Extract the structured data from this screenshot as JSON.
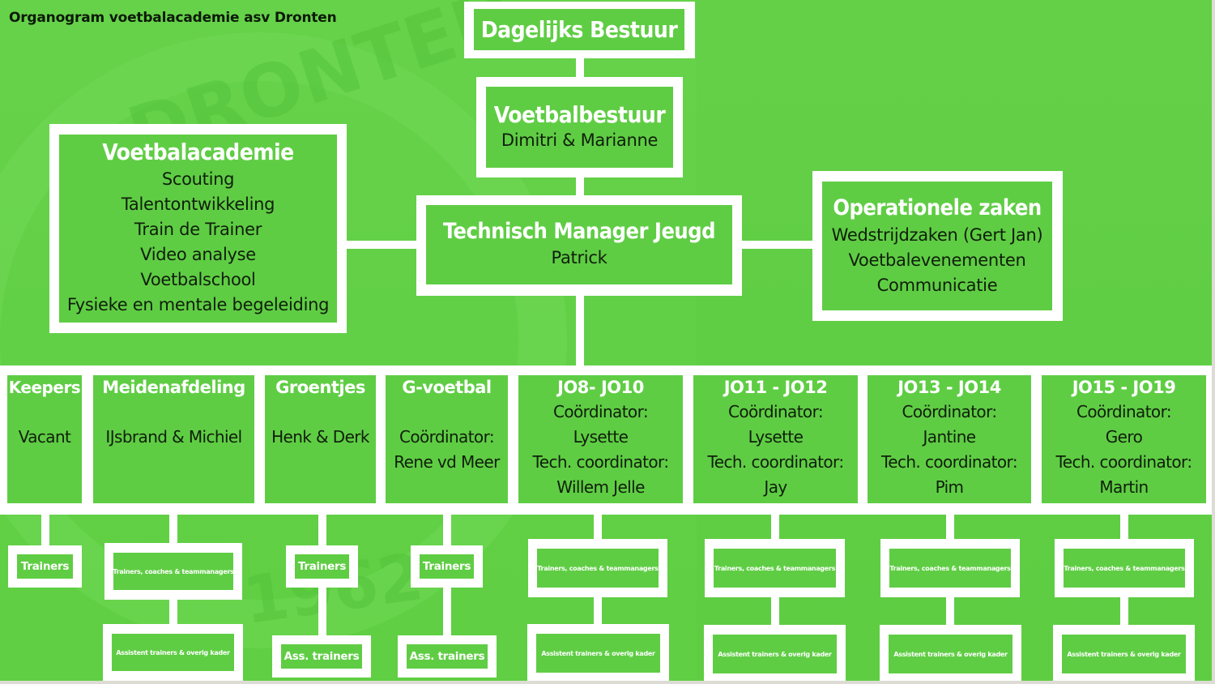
{
  "title": "Organogram voetbalacademie asv Dronten",
  "background_watermark": {
    "words": [
      "DRONTEN",
      "1962"
    ]
  },
  "colors": {
    "green": "#5fcd44",
    "white": "#ffffff",
    "text_dark": "#0f1f0a"
  },
  "top": {
    "dagelijks_bestuur": {
      "title": "Dagelijks Bestuur"
    },
    "voetbalbestuur": {
      "title": "Voetbalbestuur",
      "lines": [
        "Dimitri & Marianne"
      ]
    },
    "technisch_manager": {
      "title": "Technisch Manager Jeugd",
      "lines": [
        "Patrick"
      ]
    },
    "voetbalacademie": {
      "title": "Voetbalacademie",
      "lines": [
        "Scouting",
        "Talentontwikkeling",
        "Train de Trainer",
        "Video analyse",
        "Voetbalschool",
        "Fysieke en mentale begeleiding"
      ]
    },
    "operationele_zaken": {
      "title": "Operationele zaken",
      "lines": [
        "Wedstrijdzaken (Gert Jan)",
        "Voetbalevenementen",
        "Communicatie"
      ]
    }
  },
  "groups": [
    {
      "title": "Keepers",
      "lines": [
        "",
        "Vacant"
      ],
      "sub": [
        "Trainers"
      ]
    },
    {
      "title": "Meidenafdeling",
      "lines": [
        "",
        "IJsbrand & Michiel"
      ],
      "sub": [
        "Trainers, coaches & teammanagers",
        "Assistent trainers & overig kader"
      ]
    },
    {
      "title": "Groentjes",
      "lines": [
        "",
        "Henk & Derk"
      ],
      "sub": [
        "Trainers",
        "Ass. trainers"
      ]
    },
    {
      "title": "G-voetbal",
      "lines": [
        "",
        "Coördinator:",
        "Rene vd Meer"
      ],
      "sub": [
        "Trainers",
        "Ass. trainers"
      ]
    },
    {
      "title": "JO8- JO10",
      "lines": [
        "Coördinator:",
        "Lysette",
        "Tech. coordinator:",
        "Willem Jelle"
      ],
      "sub": [
        "Trainers, coaches & teammanagers",
        "Assistent trainers & overig kader"
      ]
    },
    {
      "title": "JO11 - JO12",
      "lines": [
        "Coördinator:",
        "Lysette",
        "Tech. coordinator:",
        "Jay"
      ],
      "sub": [
        "Trainers, coaches & teammanagers",
        "Assistent trainers & overig kader"
      ]
    },
    {
      "title": "JO13 - JO14",
      "lines": [
        "Coördinator:",
        "Jantine",
        "Tech. coordinator:",
        "Pim"
      ],
      "sub": [
        "Trainers, coaches & teammanagers",
        "Assistent trainers & overig kader"
      ]
    },
    {
      "title": "JO15 - JO19",
      "lines": [
        "Coördinator:",
        "Gero",
        "Tech. coordinator:",
        "Martin"
      ],
      "sub": [
        "Trainers, coaches & teammanagers",
        "Assistent trainers & overig kader"
      ]
    }
  ]
}
